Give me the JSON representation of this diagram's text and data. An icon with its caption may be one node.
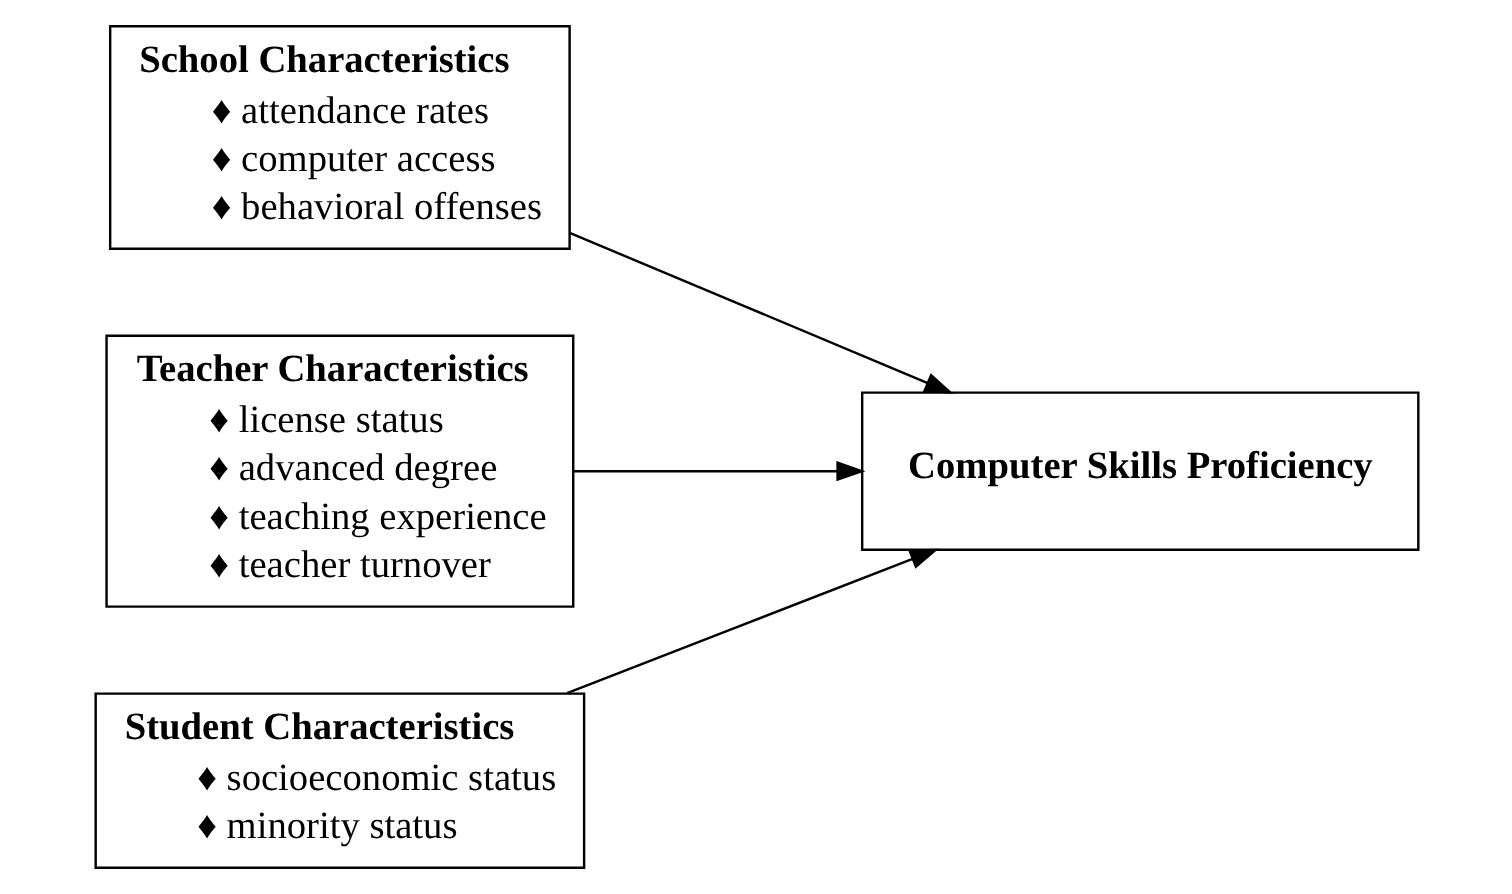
{
  "diagram": {
    "nodes": [
      {
        "text": [
          "School Characteristics",
          "♦ attendance rates",
          "♦ computer access",
          "♦ behavioral offenses"
        ]
      },
      {
        "text": [
          "Teacher Characteristics",
          "♦ license status",
          "♦ advanced degree",
          "♦ teaching experience",
          "♦ teacher turnover"
        ]
      },
      {
        "text": [
          "Student Characteristics",
          "♦ socioeconomic status",
          "♦ minority status"
        ]
      },
      {
        "text": [
          "Computer Skills Proficiency"
        ]
      }
    ],
    "edges": [
      {
        "from": 0,
        "to": 3,
        "arrow": "to"
      },
      {
        "from": 1,
        "to": 3,
        "arrow": "to"
      },
      {
        "from": 2,
        "to": 3,
        "arrow": "to"
      }
    ]
  }
}
